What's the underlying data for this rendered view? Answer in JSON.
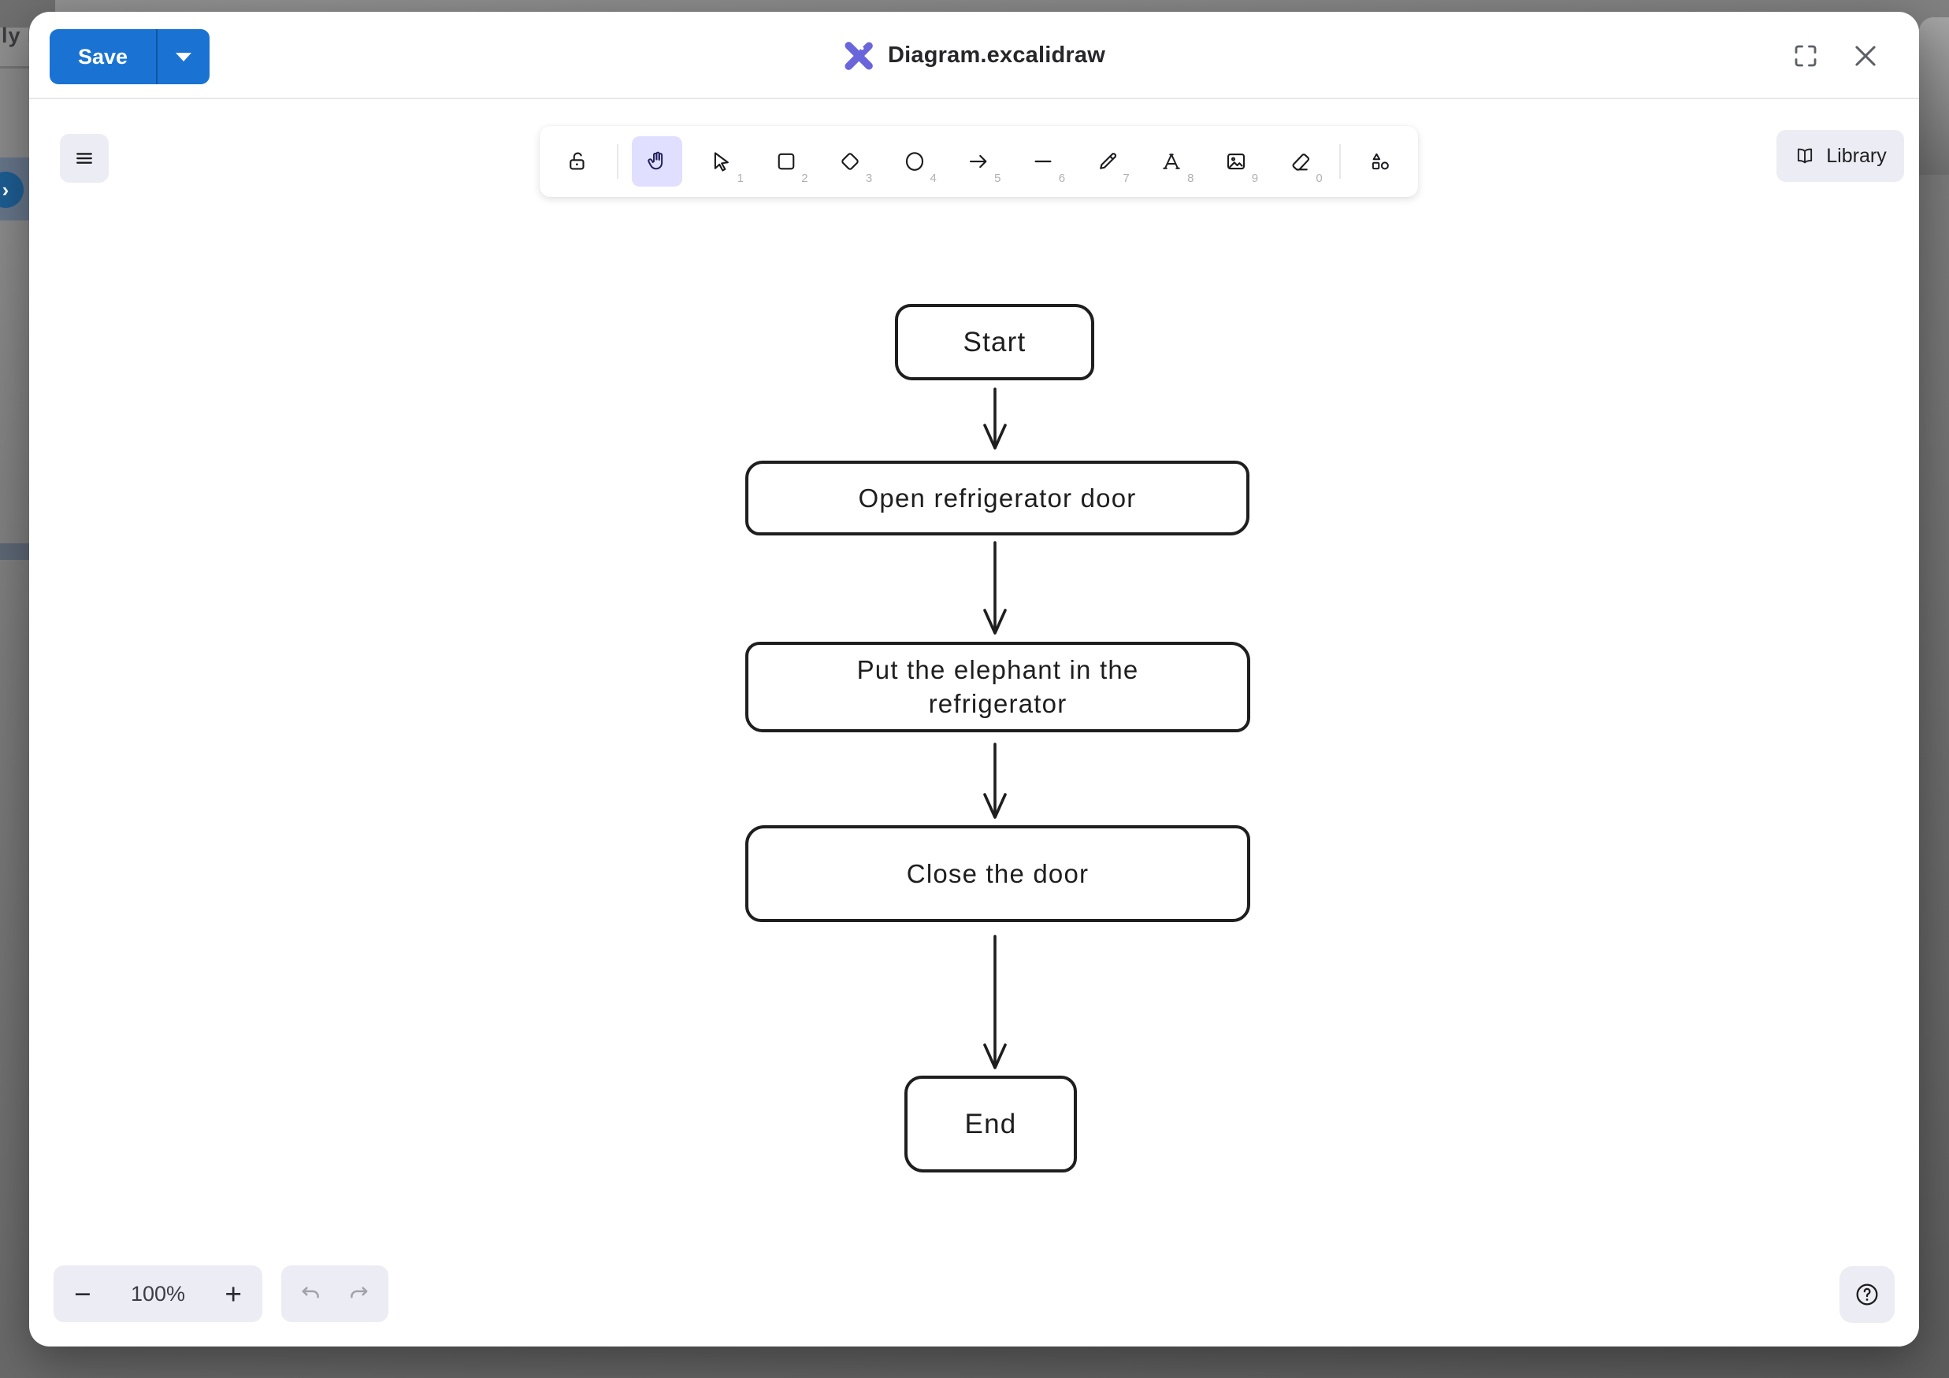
{
  "window": {
    "backdrop_partial_text": "ly F"
  },
  "header": {
    "save_button": {
      "label": "Save"
    },
    "title": "Diagram.excalidraw"
  },
  "toolbar": {
    "tools": [
      {
        "name": "lock",
        "shortcut": ""
      },
      {
        "name": "hand",
        "shortcut": "",
        "selected": true
      },
      {
        "name": "selection",
        "shortcut": "1"
      },
      {
        "name": "rectangle",
        "shortcut": "2"
      },
      {
        "name": "diamond",
        "shortcut": "3"
      },
      {
        "name": "ellipse",
        "shortcut": "4"
      },
      {
        "name": "arrow",
        "shortcut": "5"
      },
      {
        "name": "line",
        "shortcut": "6"
      },
      {
        "name": "draw",
        "shortcut": "7"
      },
      {
        "name": "text",
        "shortcut": "8"
      },
      {
        "name": "image",
        "shortcut": "9"
      },
      {
        "name": "eraser",
        "shortcut": "0"
      },
      {
        "name": "more-shapes",
        "shortcut": ""
      }
    ]
  },
  "library_button": {
    "label": "Library"
  },
  "canvas": {
    "flowchart": {
      "nodes": [
        {
          "id": "start",
          "label": "Start"
        },
        {
          "id": "open",
          "label": "Open refrigerator door"
        },
        {
          "id": "put",
          "label": "Put the elephant in the refrigerator"
        },
        {
          "id": "close",
          "label": "Close the door"
        },
        {
          "id": "end",
          "label": "End"
        }
      ],
      "edges": [
        {
          "from": "start",
          "to": "open"
        },
        {
          "from": "open",
          "to": "put"
        },
        {
          "from": "put",
          "to": "close"
        },
        {
          "from": "close",
          "to": "end"
        }
      ]
    }
  },
  "footer": {
    "zoom": {
      "out_label": "−",
      "level": "100%",
      "in_label": "+"
    }
  },
  "colors": {
    "accent_blue": "#1a73d2",
    "selected_tool_bg": "#e0dfff",
    "logo_purple": "#6965db"
  }
}
